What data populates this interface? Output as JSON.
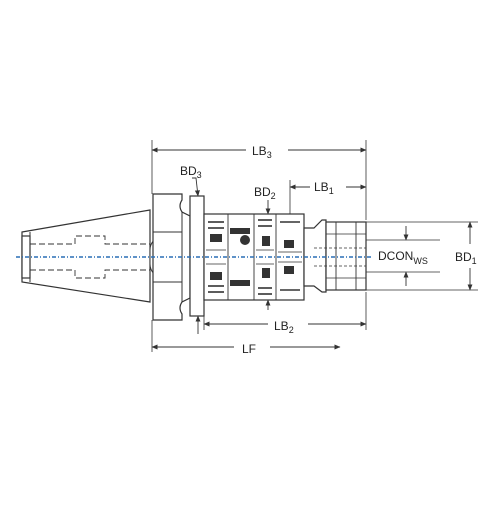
{
  "labels": {
    "lb3": {
      "main": "LB",
      "sub": "3"
    },
    "bd3": {
      "main": "BD",
      "sub": "3"
    },
    "bd2": {
      "main": "BD",
      "sub": "2"
    },
    "lb1": {
      "main": "LB",
      "sub": "1"
    },
    "dconws": {
      "main": "DCON",
      "sub": "WS"
    },
    "bd1": {
      "main": "BD",
      "sub": "1"
    },
    "lb2": {
      "main": "LB",
      "sub": "2"
    },
    "lf": {
      "main": "LF",
      "sub": ""
    }
  },
  "colors": {
    "outline": "#333333",
    "dimension": "#333333",
    "centerline": "#2a6fb5",
    "hatch": "#777777"
  }
}
